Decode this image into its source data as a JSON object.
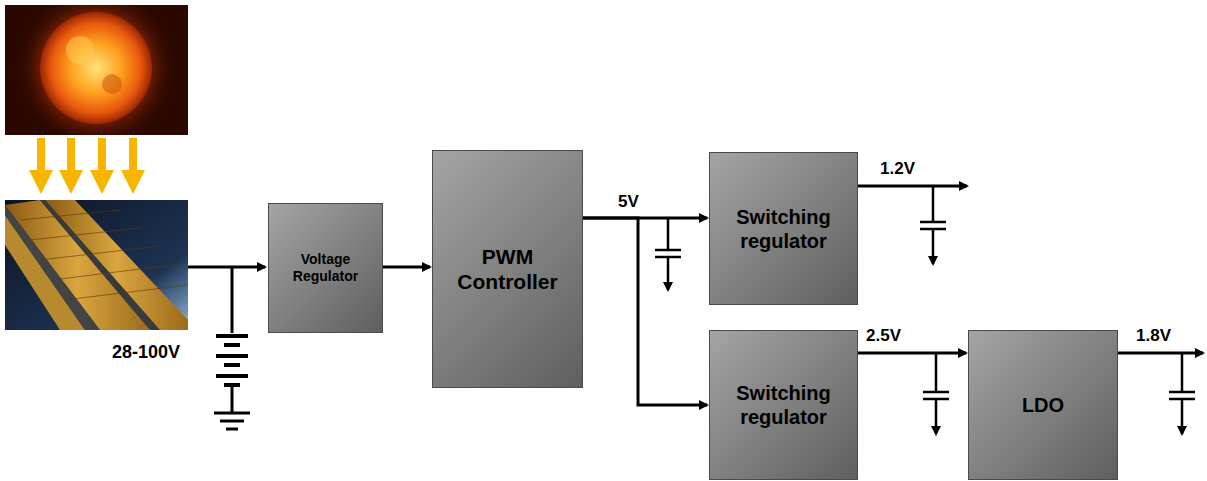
{
  "diagram": {
    "nodes": [
      {
        "text": [
          "Voltage Regulator"
        ]
      },
      {
        "text": [
          "PWM Controller"
        ]
      },
      {
        "text": [
          "Switching regulator"
        ]
      },
      {
        "text": [
          "Switching regulator"
        ]
      },
      {
        "text": [
          "LDO"
        ]
      }
    ],
    "edges": [
      {
        "from": 0,
        "to": 1,
        "arrow": "to"
      },
      {
        "from": 1,
        "to": 2,
        "arrow": "to",
        "label": "5V"
      },
      {
        "from": 1,
        "to": 3,
        "arrow": "to"
      },
      {
        "from": 3,
        "to": 4,
        "arrow": "to",
        "label": "2.5V"
      }
    ],
    "labels": [
      "28-100V",
      "1.2V",
      "1.8V"
    ]
  }
}
